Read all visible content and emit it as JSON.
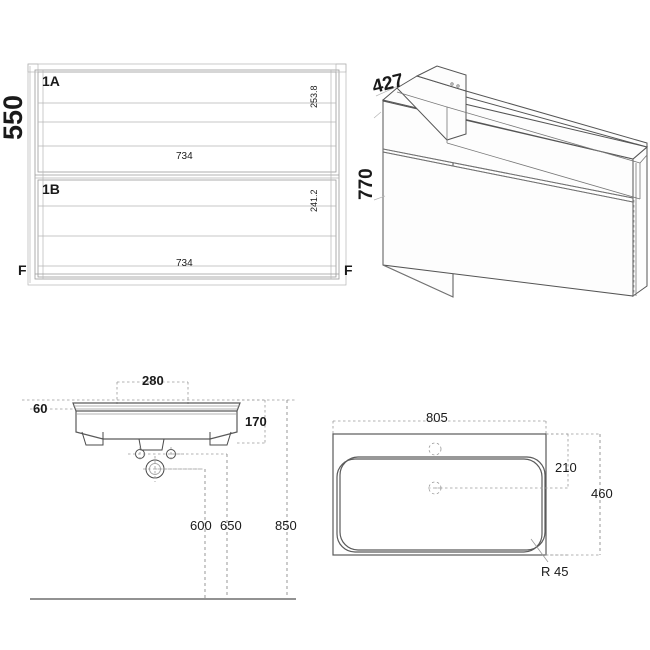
{
  "document": {
    "kind": "technical-drawing",
    "title": "",
    "background_color": "#ffffff",
    "line_color": "#555555",
    "dim_line_color": "#8d8d8d",
    "text_color": "#1a1a1a"
  },
  "views": {
    "front_elevation": {
      "name": "cabinet-front-elevation",
      "overall_height_label": "550",
      "drawer_labels": [
        "1A",
        "1B"
      ],
      "drawer_heights": [
        "253.8",
        "241.2"
      ],
      "drawer_widths": [
        "734",
        "734"
      ],
      "foot_marker_left": "F",
      "foot_marker_right": "F"
    },
    "isometric": {
      "name": "cabinet-isometric",
      "depth_label": "427",
      "width_label": "770"
    },
    "basin_side": {
      "name": "basin-side-elevation",
      "top_span_label": "280",
      "rim_thickness_label": "60",
      "basin_depth_label": "170",
      "height_labels": [
        "600",
        "650",
        "850"
      ]
    },
    "basin_plan": {
      "name": "basin-plan-view",
      "width_label": "805",
      "depth_label": "460",
      "bowl_offset_label": "210",
      "radius_label": "R 45"
    }
  }
}
